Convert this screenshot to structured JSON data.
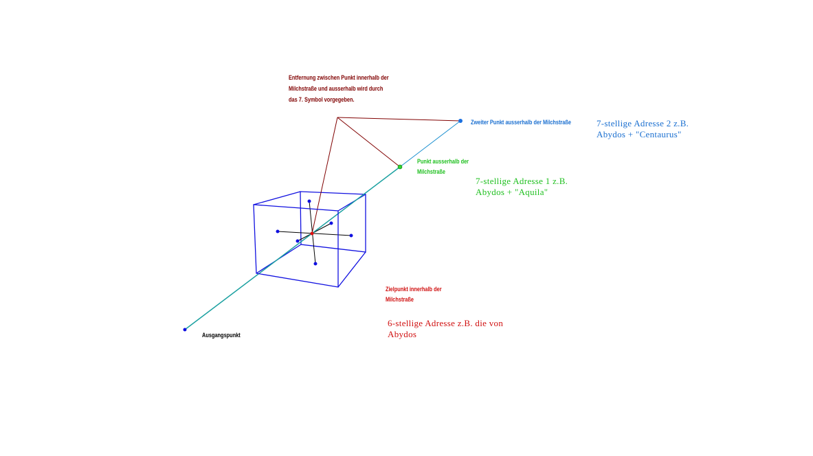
{
  "colors": {
    "dark_red": "#800000",
    "red": "#d01010",
    "green": "#20c020",
    "blue": "#1a6fd0",
    "cube": "#1010e0",
    "teal": "#1aa0a0"
  },
  "labels": {
    "distance_note": [
      "Entfernung zwischen Punkt innerhalb der",
      "Milchstraße und ausserhalb wird durch",
      "das 7. Symbol vorgegeben."
    ],
    "second_point": "Zweiter Punkt ausserhalb der Milchstraße",
    "outside_point": [
      "Punkt ausserhalb der",
      "Milchstraße"
    ],
    "target_point": [
      "Zielpunkt innerhalb der",
      "Milchstraße"
    ],
    "origin": "Ausgangspunkt"
  },
  "addresses": {
    "address_2": [
      "7-stellige Adresse 2 z.B.",
      "Abydos + \"Centaurus\""
    ],
    "address_1": [
      "7-stellige Adresse 1 z.B.",
      "Abydos + \"Aquila\""
    ],
    "address_6": [
      "6-stellige Adresse z.B. die von",
      "Abydos"
    ]
  }
}
